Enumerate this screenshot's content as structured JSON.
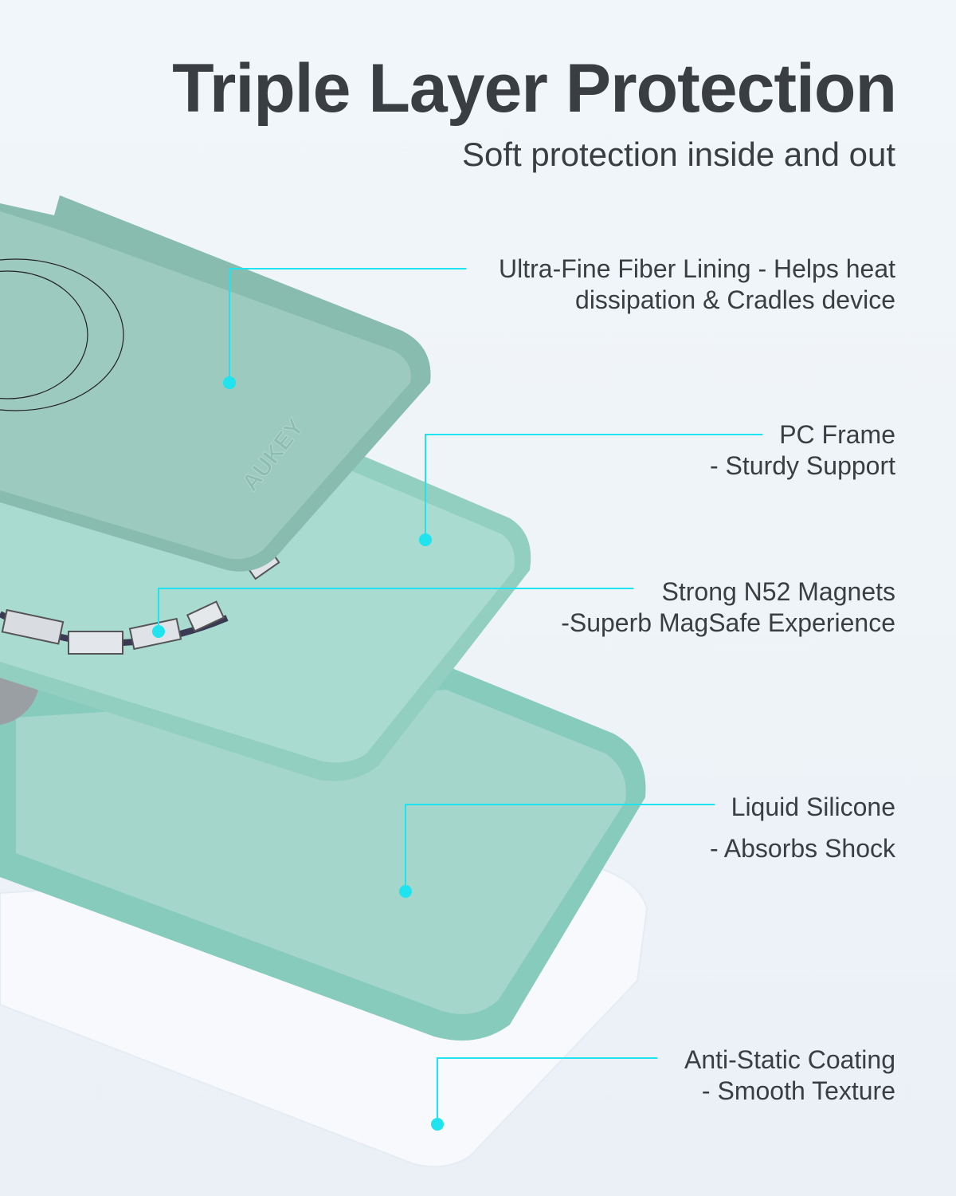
{
  "header": {
    "title": "Triple Layer Protection",
    "subtitle": "Soft protection inside and out"
  },
  "logo": "AUKEY",
  "callouts": [
    {
      "line1": "Ultra-Fine Fiber Lining - Helps heat",
      "line2": "dissipation & Cradles device"
    },
    {
      "line1": "PC Frame",
      "line2": "- Sturdy Support"
    },
    {
      "line1": "Strong N52 Magnets",
      "line2": "-Superb MagSafe Experience"
    },
    {
      "line1": "Liquid Silicone",
      "line2": "- Absorbs Shock"
    },
    {
      "line1": "Anti-Static Coating",
      "line2": "- Smooth Texture"
    }
  ],
  "colors": {
    "accent": "#1fe3ef",
    "text": "#3a3e43",
    "fiber": "#8fbfb2",
    "pc_frame": "#9fd3c6",
    "silicone": "#8dcfc0",
    "coating": "#f6f8fb"
  }
}
